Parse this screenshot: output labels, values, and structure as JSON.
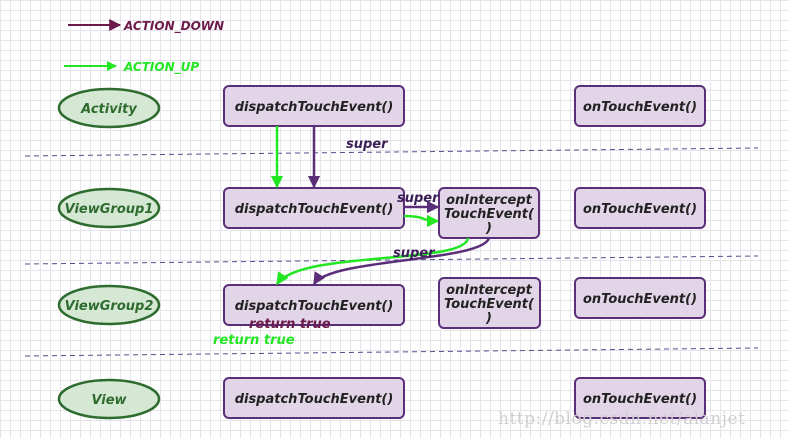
{
  "legend": {
    "down": {
      "label": "ACTION_DOWN",
      "color": "#6b1a4a"
    },
    "up": {
      "label": "ACTION_UP",
      "color": "#22e622"
    }
  },
  "layers": [
    {
      "label": "Activity",
      "dispatch": "dispatchTouchEvent()",
      "on_touch": "onTouchEvent()"
    },
    {
      "label": "ViewGroup1",
      "dispatch": "dispatchTouchEvent()",
      "intercept": [
        "onIntercept",
        "TouchEvent(",
        ")"
      ],
      "on_touch": "onTouchEvent()"
    },
    {
      "label": "ViewGroup2",
      "dispatch": "dispatchTouchEvent()",
      "intercept": [
        "onIntercept",
        "TouchEvent(",
        ")"
      ],
      "on_touch": "onTouchEvent()"
    },
    {
      "label": "View",
      "dispatch": "dispatchTouchEvent()",
      "on_touch": "onTouchEvent()"
    }
  ],
  "flow_labels": {
    "super_activity": "super",
    "super_viewgroup1": "super",
    "super_intercept": "super",
    "return_true_down": "return true",
    "return_true_up": "return true"
  },
  "colors": {
    "down_arrow": "#5a2e78",
    "up_arrow": "#22e622",
    "divider": "#5a4a8a"
  },
  "watermark": "http://blog.csdn.net/alanjet"
}
